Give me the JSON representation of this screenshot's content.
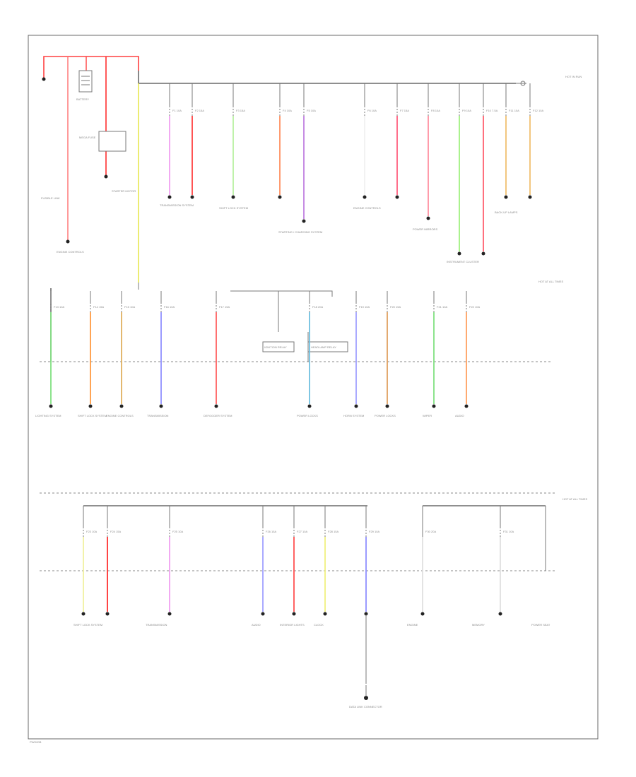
{
  "diagram": {
    "corner_code": "PWD00B",
    "top_bus_label": "HOT IN RUN",
    "row2_bus_label": "HOT AT ALL TIMES",
    "row3_bus_label": "HOT AT ALL TIMES",
    "battery_label": "BATTERY",
    "starter_label": "STARTER MOTOR",
    "engine_control_label": "ENGINE CONTROLS",
    "mega_fuse_label": "MEGA FUSE",
    "fusible_link_label": "FUSIBLE LINK",
    "ignition_relay_label": "IGNITION RELAY",
    "headlamp_relay_label": "HEADLAMP RELAY",
    "row1_fuses": [
      "F1 10A",
      "F2 15A",
      "F3 15A",
      "F4 10A",
      "F5 10A",
      "F6 10A",
      "F7 15A",
      "F8 10A",
      "F9 10A",
      "F10 7.5A",
      "F11 10A",
      "F12 10A"
    ],
    "row1_systems": [
      "TRANSMISSION SYSTEM",
      "SHIFT LOCK SYSTEM",
      "STARTING / CHARGING SYSTEM",
      "ENGINE CONTROLS",
      "POWER MIRRORS",
      "INSTRUMENT CLUSTER",
      "BACK-UP LAMPS"
    ],
    "row2_fuses": [
      "F13 10A",
      "F14 15A",
      "F15 10A",
      "F16 10A",
      "F17 15A",
      "F18 20A",
      "F19 10A",
      "F20 15A",
      "F21 10A",
      "F22 10A"
    ],
    "row2_systems": [
      "LIGHTING SYSTEM",
      "SHIFT LOCK SYSTEM",
      "ENGINE CONTROLS",
      "TRANSMISSION",
      "DEFOGGER SYSTEM",
      "POWER LOCKS",
      "HORN SYSTEM",
      "POWER LOCKS",
      "WIPER",
      "AUDIO"
    ],
    "row3_fuses": [
      "F23 10A",
      "F24 15A",
      "F25 10A",
      "F26 15A",
      "F27 10A",
      "F28 15A",
      "F29 10A",
      "F30 20A",
      "F31 10A"
    ],
    "row3_systems": [
      "SHIFT LOCK SYSTEM",
      "TRANSMISSION",
      "AUDIO",
      "INTERIOR LIGHTS",
      "CLOCK",
      "ENGINE",
      "MEMORY",
      "POWER SEAT"
    ],
    "bottom_label": "DATA LINK CONNECTOR"
  }
}
